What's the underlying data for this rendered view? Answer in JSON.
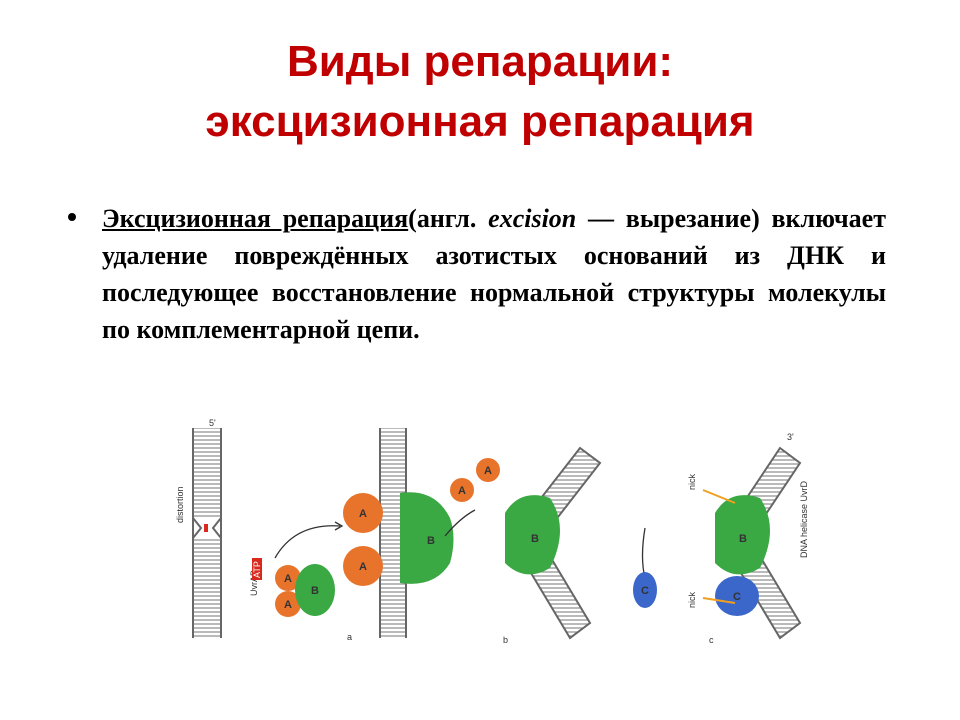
{
  "slide": {
    "title_line1": "Виды репарации:",
    "title_line2": "эксцизионная  репарация",
    "bullet": {
      "term": "Эксцизионная        репарация",
      "paren_open": "(англ. ",
      "english_word": "excision",
      "after_english": " — вырезание) включает удаление повреждённых азотистых оснований из ДНК и последующее восстановление нормальной структуры молекулы по комплементарной цепи."
    }
  },
  "figure": {
    "labels": {
      "distortion": "distortion",
      "uvrab": "UvrAB",
      "atp": "ATP",
      "panel_a": "a",
      "panel_b": "b",
      "panel_c": "c",
      "nick_top": "nick",
      "nick_bottom": "nick",
      "helicase": "DNA helicase UvrD",
      "five_prime": "5'",
      "three_prime": "3'"
    },
    "proteins": {
      "a": "A",
      "b": "B",
      "c": "C"
    },
    "colors": {
      "protein_a": "#e8732a",
      "protein_b": "#3aa843",
      "protein_c": "#3a67c9",
      "dna": "#8c8c8c",
      "atp": "#d9281c",
      "nick": "#f0a020"
    }
  }
}
